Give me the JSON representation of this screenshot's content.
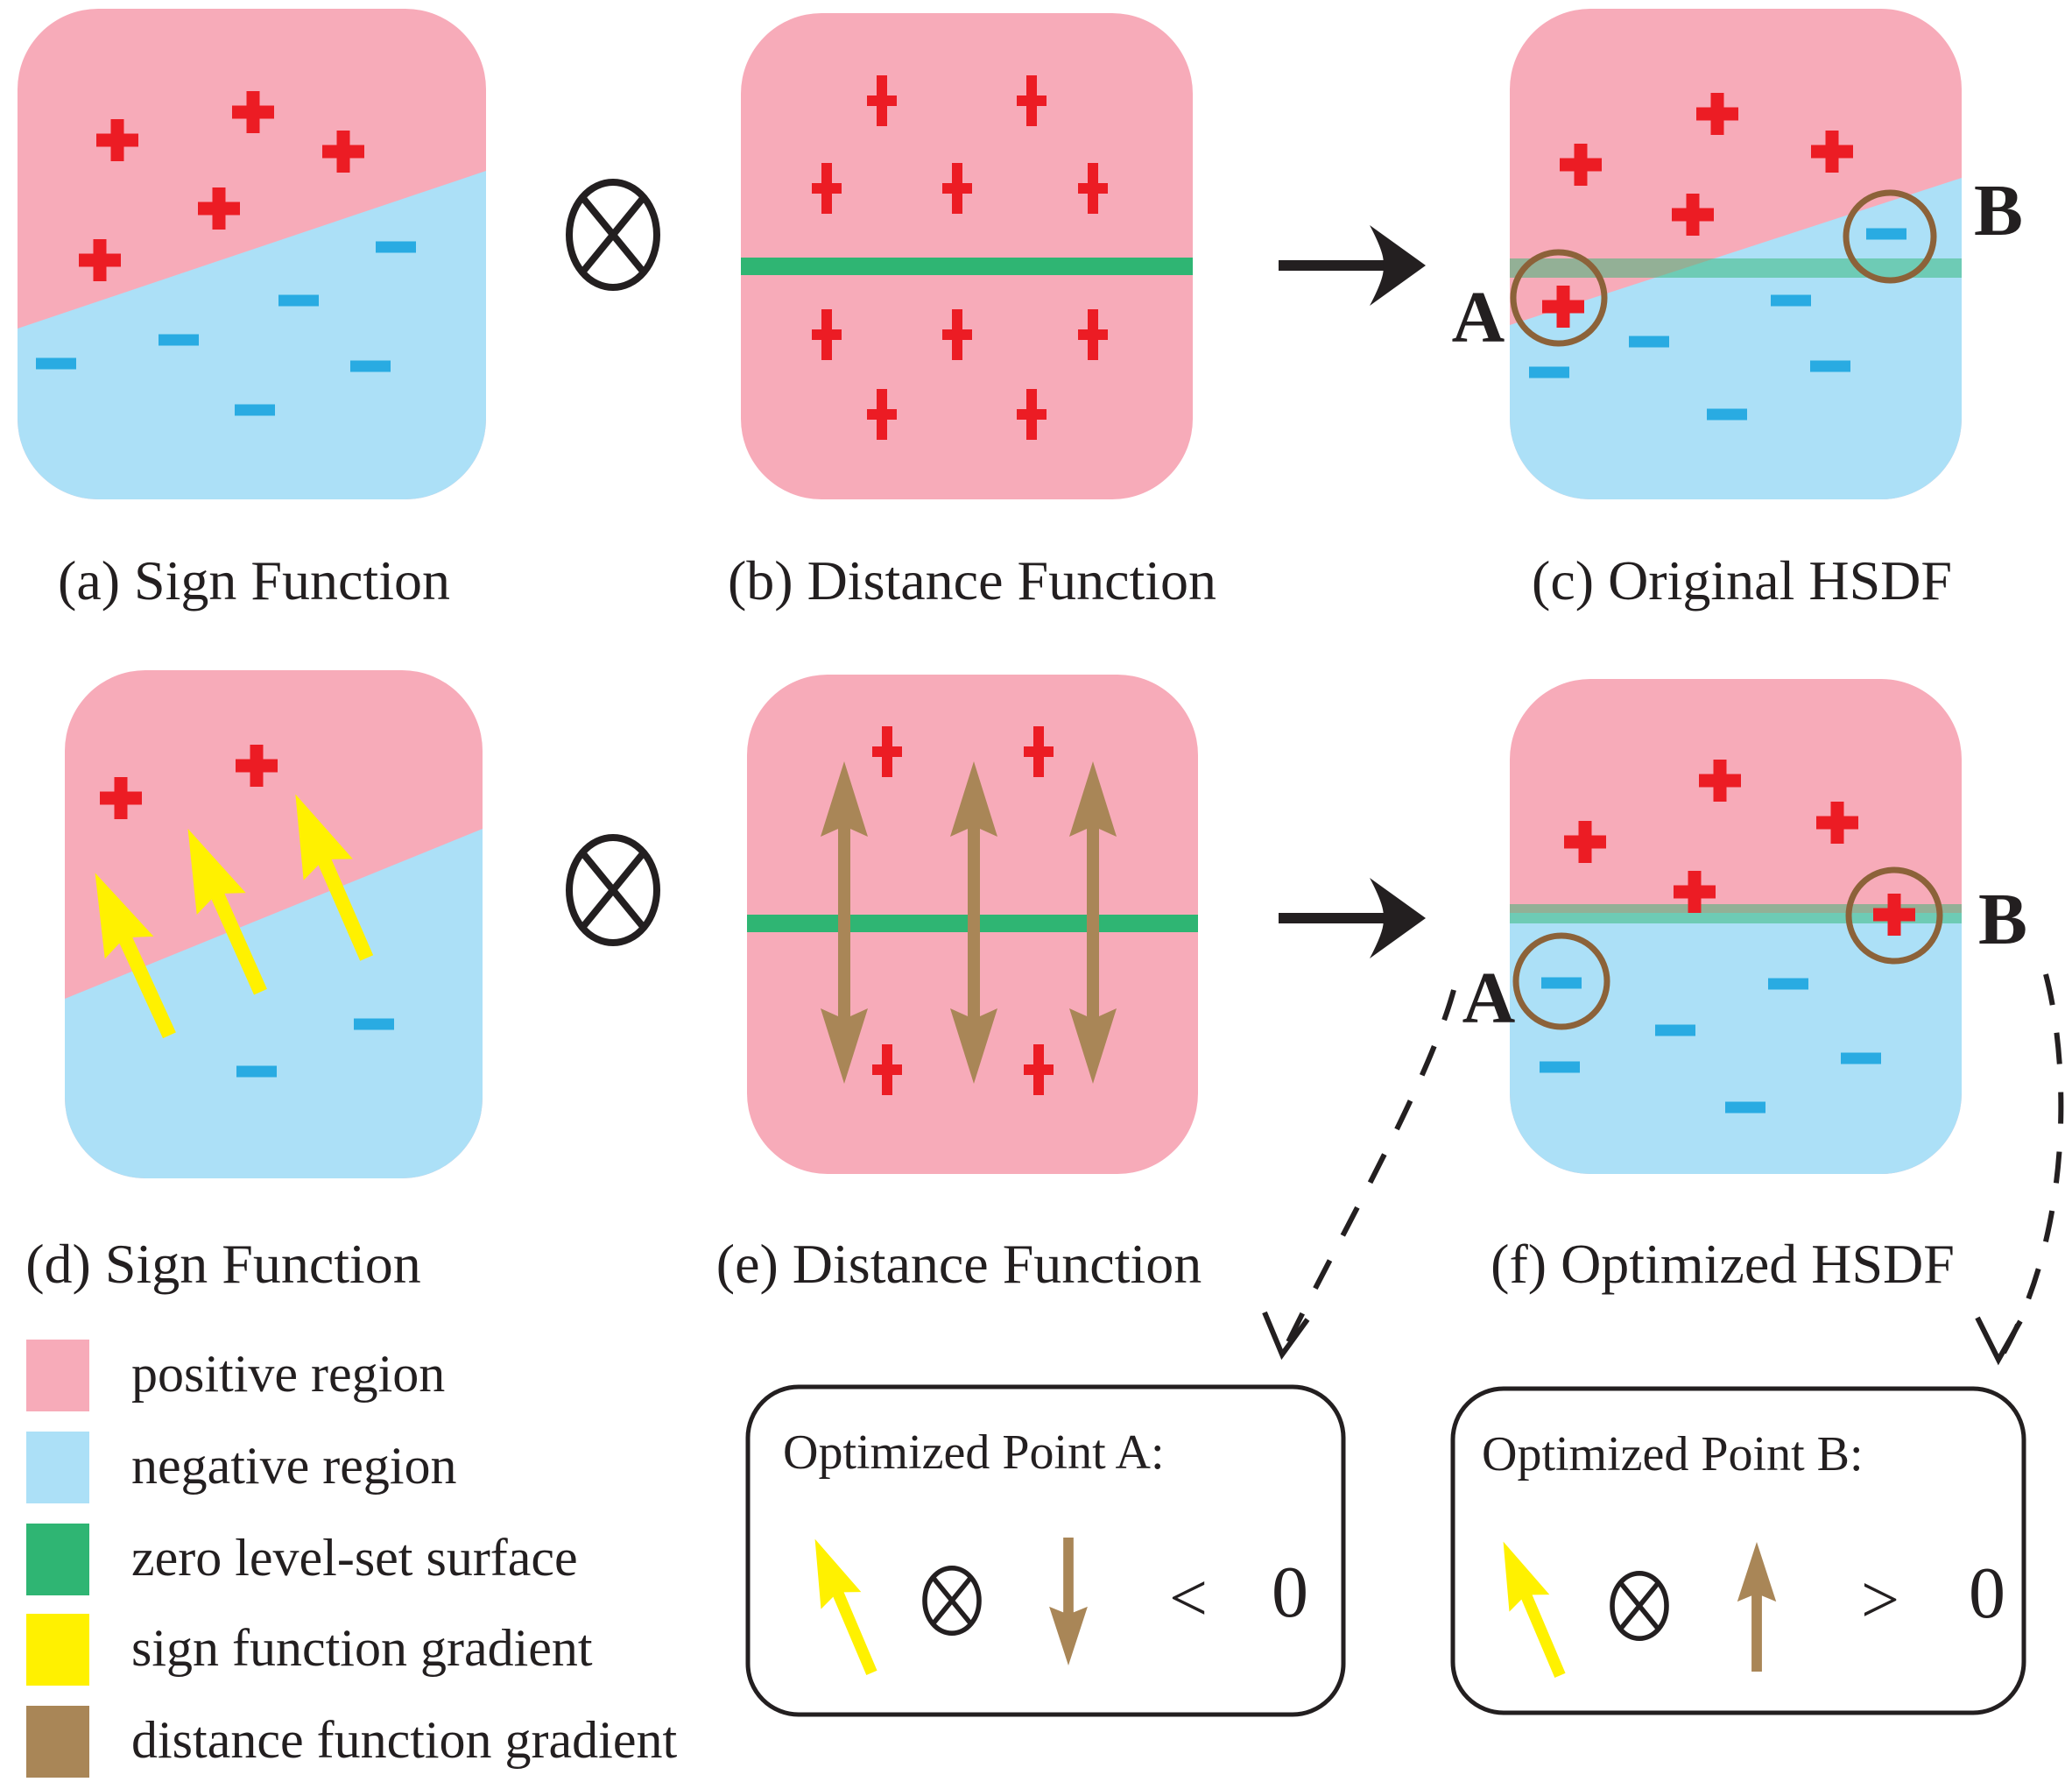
{
  "colors": {
    "positive_region": "#F7ABB9",
    "negative_region": "#ACE0F7",
    "zero_level_set": "#2FB573",
    "sign_function_gradient": "#FFF100",
    "distance_function_gradient": "#A98657",
    "plus_marker": "#EC1C24",
    "minus_marker": "#29ABE2",
    "circle_marker": "#8C6239",
    "ink": "#231F20"
  },
  "icons": {
    "tensor-product-icon": "circle with X (⊗)",
    "arrow-right-icon": "→",
    "plus-icon": "+",
    "minus-icon": "−",
    "sign-gradient-arrow-icon": "tilted yellow arrow",
    "distance-gradient-arrow-icon": "brown vertical arrow",
    "point-circle-icon": "brown circle marker",
    "dashed-callout-arrow-icon": "dashed curved arrow"
  },
  "panels": {
    "a": {
      "caption": "(a) Sign Function"
    },
    "b": {
      "caption": "(b) Distance Function"
    },
    "c": {
      "caption": "(c) Original HSDF",
      "point_a": "A",
      "point_b": "B"
    },
    "d": {
      "caption": "(d) Sign Function"
    },
    "e": {
      "caption": "(e) Distance Function"
    },
    "f": {
      "caption": "(f) Optimized HSDF",
      "point_a": "A",
      "point_b": "B"
    }
  },
  "legend": {
    "items": [
      {
        "label": "positive region",
        "color": "#F7ABB9"
      },
      {
        "label": "negative region",
        "color": "#ACE0F7"
      },
      {
        "label": "zero level-set surface",
        "color": "#2FB573"
      },
      {
        "label": "sign function gradient",
        "color": "#FFF100"
      },
      {
        "label": "distance function gradient",
        "color": "#A98657"
      }
    ]
  },
  "callouts": {
    "point_a": {
      "title": "Optimized Point A:",
      "relation": "<",
      "value": "0"
    },
    "point_b": {
      "title": "Optimized Point B:",
      "relation": ">",
      "value": "0"
    }
  }
}
